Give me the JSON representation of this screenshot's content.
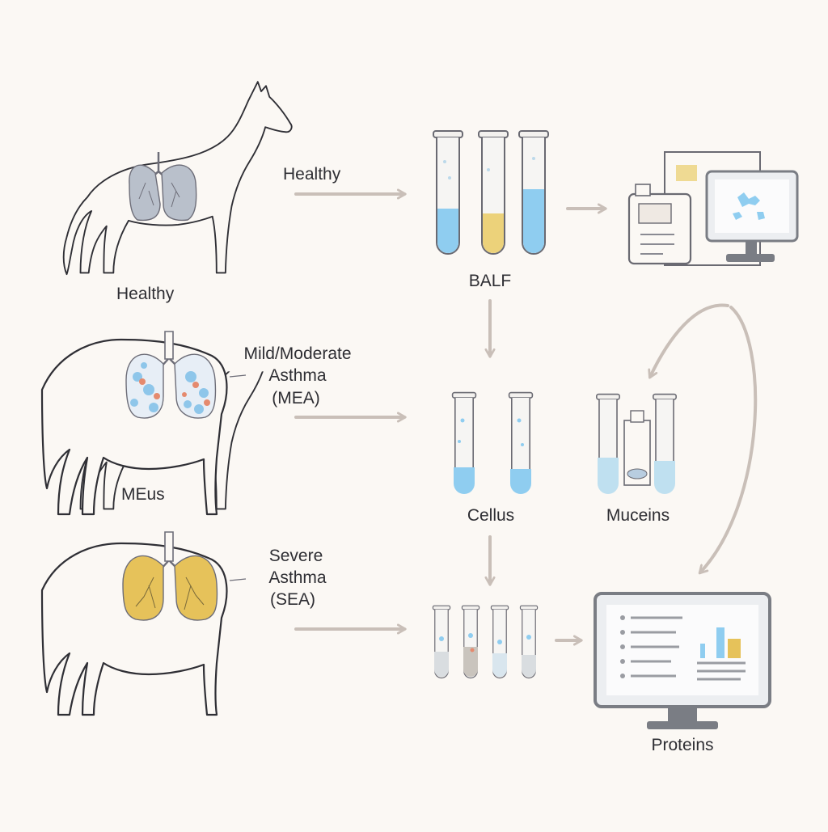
{
  "groups": {
    "healthy_title": "Healthy",
    "healthy_arrow_label": "Healthy",
    "mea_title_line1": "Mild/Moderate",
    "mea_title_line2": "Asthma",
    "mea_title_line3": "(MEA)",
    "mea_caption": "MEus",
    "sea_title_line1": "Severe",
    "sea_title_line2": "Asthma",
    "sea_title_line3": "(SEA)"
  },
  "samples": {
    "balf": "BALF",
    "cells": "Cellus",
    "mucins": "Muceins",
    "proteins": "Proteins"
  },
  "colors": {
    "background": "#fbf8f4",
    "outline": "#2f2f35",
    "arrow": "#c9bfb8",
    "lung_healthy": "#b9c0cb",
    "lung_mea_blue": "#8ec6ea",
    "lung_mea_red": "#e58a6e",
    "lung_sea": "#e6c25a",
    "fluid_blue": "#8fcdf0",
    "fluid_yellow": "#ecd27a",
    "monitor_frame": "#7a7d84"
  },
  "icons": {
    "horse": "horse-outline-icon",
    "tube": "test-tube-icon",
    "machine": "lab-analyzer-icon",
    "monitor": "computer-monitor-icon",
    "arrow": "flow-arrow-icon"
  }
}
